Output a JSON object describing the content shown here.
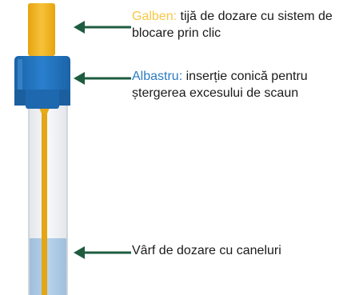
{
  "colors": {
    "yellow": "#f3b71f",
    "blue": "#1f6fb8",
    "arrow": "#1e5c3f",
    "tube_tint": "#a9c7e2"
  },
  "callouts": {
    "yellow": {
      "keyword": "Galben:",
      "text": " tijă de dozare cu sistem de blocare prin clic"
    },
    "blue": {
      "keyword": "Albastru:",
      "text": " inserție conică pentru ștergerea excesului de scaun"
    },
    "tip": {
      "text": "Vârf de dozare cu caneluri"
    }
  }
}
